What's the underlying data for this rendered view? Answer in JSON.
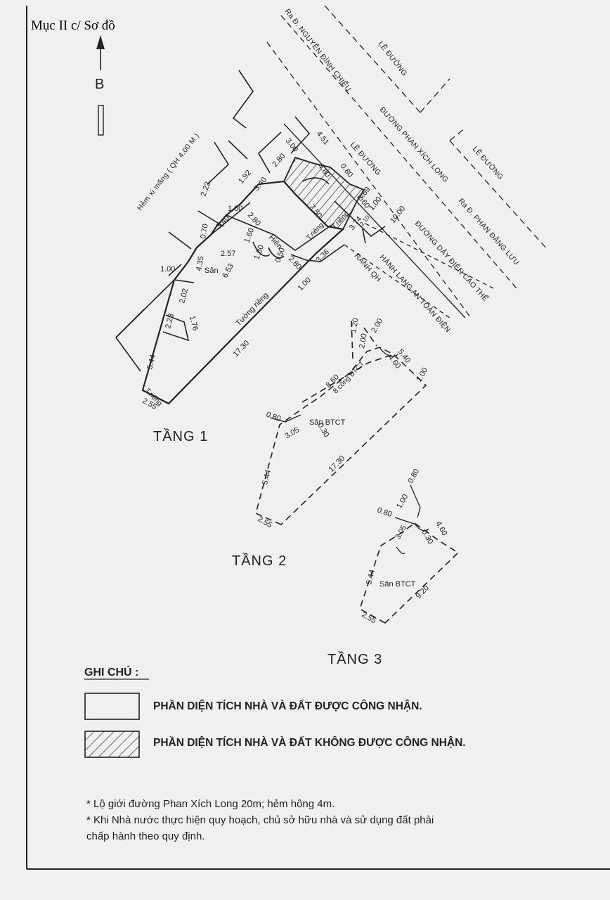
{
  "header": "Mục II c/ Sơ đồ",
  "north": "B",
  "streets": {
    "ra_nguyen_dinh_chieu": "Ra Đ. NGUYỄN ĐÌNH CHIỂU",
    "le_duong_top": "LỀ ĐƯỜNG",
    "duong_phan_xich_long": "ĐƯỜNG PHAN XÍCH LONG",
    "le_duong_mid": "LỀ ĐƯỜNG",
    "le_duong_right": "LỀ ĐƯỜNG",
    "ra_phan_dang_luu": "Ra Đ. PHAN ĐĂNG LƯU",
    "duong_day_dien": "ĐƯỜNG DÂY ĐIỆN CAO THẾ",
    "hanh_lang": "HÀNH LANG AN TOÀN ĐIỆN",
    "hem": "Hẻm xi măng ( QH 4.00 M )",
    "ranh_qh": "RANH QH"
  },
  "floor1": {
    "title": "TẦNG 1",
    "labels": {
      "san": "Sân",
      "hien": "Hiên",
      "tuong_rieng": "Tường riêng",
      "t_rieng_a": "T.riêng",
      "t_rieng_b": "T.riêng",
      "t_rieng_c": "T.riêng"
    },
    "dims": {
      "d300": "3.00",
      "d451": "4.51",
      "d280a": "2.80",
      "d480": "4.80",
      "d080": "0.80",
      "d192": "1.92",
      "d340a": "3.40",
      "d222": "2.22",
      "d100a": "1.00",
      "d340b": "3.40",
      "d070": "0.70",
      "d280b": "2.80",
      "d750": "7.50",
      "d260": "2.60",
      "d369": "3.69",
      "d100b": "1.00",
      "d1000": "10.00",
      "d210": "2.10",
      "d374": "3.74",
      "d160": "1.60",
      "d180": "1.80",
      "d050": "0.50",
      "d257": "2.57",
      "d653": "6.53",
      "d435": "4.35",
      "d100c": "1.00",
      "d280c": "2.80",
      "d336": "3.36",
      "d100d": "1.00",
      "d202": "2.02",
      "d223": "2.23",
      "d176": "1.76",
      "d1730": "17.30",
      "d544": "5.44",
      "d255": "2.55"
    }
  },
  "floor2": {
    "title": "TẦNG 2",
    "labels": {
      "san_btct": "Sân BTCT",
      "cong_btct": "8 công BTCT"
    },
    "dims": {
      "d120": "1.20",
      "d200": "2.00",
      "d200b": "2.00",
      "d540": "5.40",
      "d460": "4.60",
      "d100": "1.00",
      "d860": "8.60",
      "d080": "0.80",
      "d305": "3.05",
      "d030": "0.30",
      "d1730": "17.30",
      "d544": "5.44",
      "d255": "2.55"
    }
  },
  "floor3": {
    "title": "TẦNG 3",
    "labels": {
      "san_btct": "Sân BTCT"
    },
    "dims": {
      "d080a": "0.80",
      "d100": "1.00",
      "d080b": "0.80",
      "d460": "4.60",
      "d305": "3.05",
      "d030": "0.30",
      "d544": "5.44",
      "d920": "9.20",
      "d255": "2.55"
    }
  },
  "legend": {
    "heading": "GHI CHÚ :",
    "recognized": "PHẦN DIỆN TÍCH NHÀ VÀ ĐẤT ĐƯỢC CÔNG NHẬN.",
    "not_recognized": "PHẦN DIỆN TÍCH NHÀ VÀ ĐẤT  KHÔNG ĐƯỢC CÔNG NHẬN."
  },
  "notes": {
    "line1": "* Lộ giới đường Phan Xích Long 20m; hẻm hông 4m.",
    "line2": "* Khi Nhà nước thực hiện quy hoạch, chủ sở hữu nhà và sử dụng đất phải",
    "line3": "chấp hành theo quy định."
  }
}
